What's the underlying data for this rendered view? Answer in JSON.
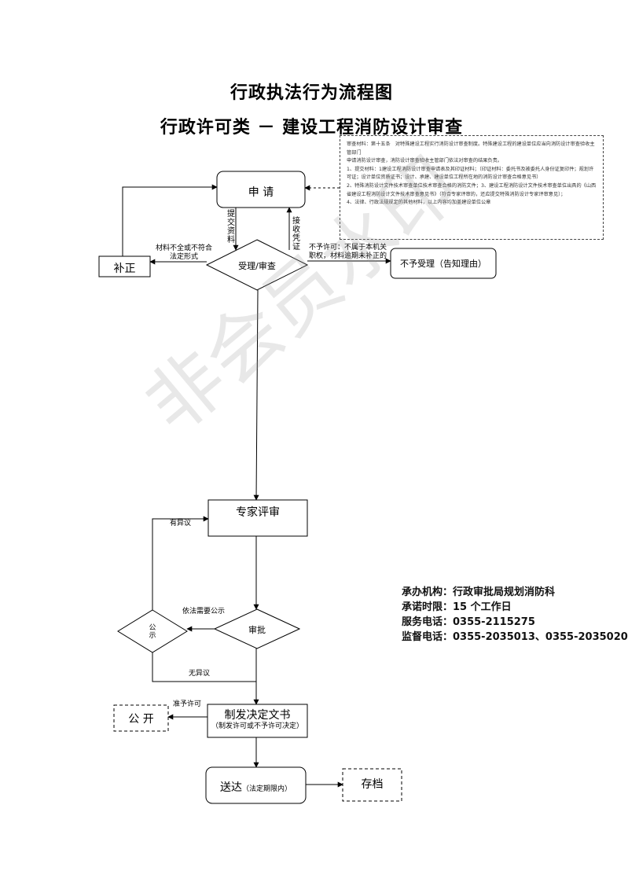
{
  "titles": {
    "main": "行政执法行为流程图",
    "sub": "行政许可类 － 建设工程消防设计审查"
  },
  "nodes": {
    "apply": "申  请",
    "supplement": "补正",
    "accept_review": "受理/审查",
    "reject": "不予受理（告知理由）",
    "expert_review": "专家评审",
    "approve": "审批",
    "publicity": "公示",
    "decision": "制发决定文书",
    "decision_note": "（制发许可或不予许可决定）",
    "disclose": "公  开",
    "deliver": "送达",
    "deliver_note": "（法定期限内）",
    "archive": "存档"
  },
  "edge_labels": {
    "submit_materials": "提交资料",
    "receipt_certificate": "接收凭证",
    "incomplete_1": "材料不全或不符合",
    "incomplete_2": "法定形式",
    "not_permit_1": "不予许可：不属于本机关",
    "not_permit_2": "职权，材料逾期未补正的",
    "has_objection": "有异议",
    "publicity_if_needed": "依法需要公示",
    "no_objection": "无异议",
    "grant_permit": "准予许可"
  },
  "note": {
    "lines": [
      "审查材料：第十五条　对特殊建设工程实行消防设计审查制度。特殊建设工程的建设单位应当向消防设计审查验收主管部门",
      "申请消防设计审查，消防设计审查验收主管部门依法对审查的结果负责。",
      "1、提交材料：1建设工程消防设计审查申请表及其印证材料；（印证材料：委托书及被委托人身份证复印件；规划许可证；设计单位资质证书；设计、承建、建设单位工程所在地的消防设计审查合格意见书）",
      "2、特殊消防设计文件技术审查单位技术审查合格的消防文件；3、建设工程消防设计文件技术审查单位出具的《山西省建设工程消防设计文件技术审查意见书》（符合专家评审的，还应提交特殊消防设计专家评审意见）；",
      "4、法律、行政法规规定的其他材料，以上内容均加盖建设单位公章"
    ]
  },
  "info": {
    "org": "承办机构：行政审批局规划消防科",
    "limit": "承诺时限：15 个工作日",
    "phone": "服务电话：0355-2115275",
    "supervise": "监督电话：0355-2035013、0355-2035020"
  },
  "watermark": "非会员水印"
}
